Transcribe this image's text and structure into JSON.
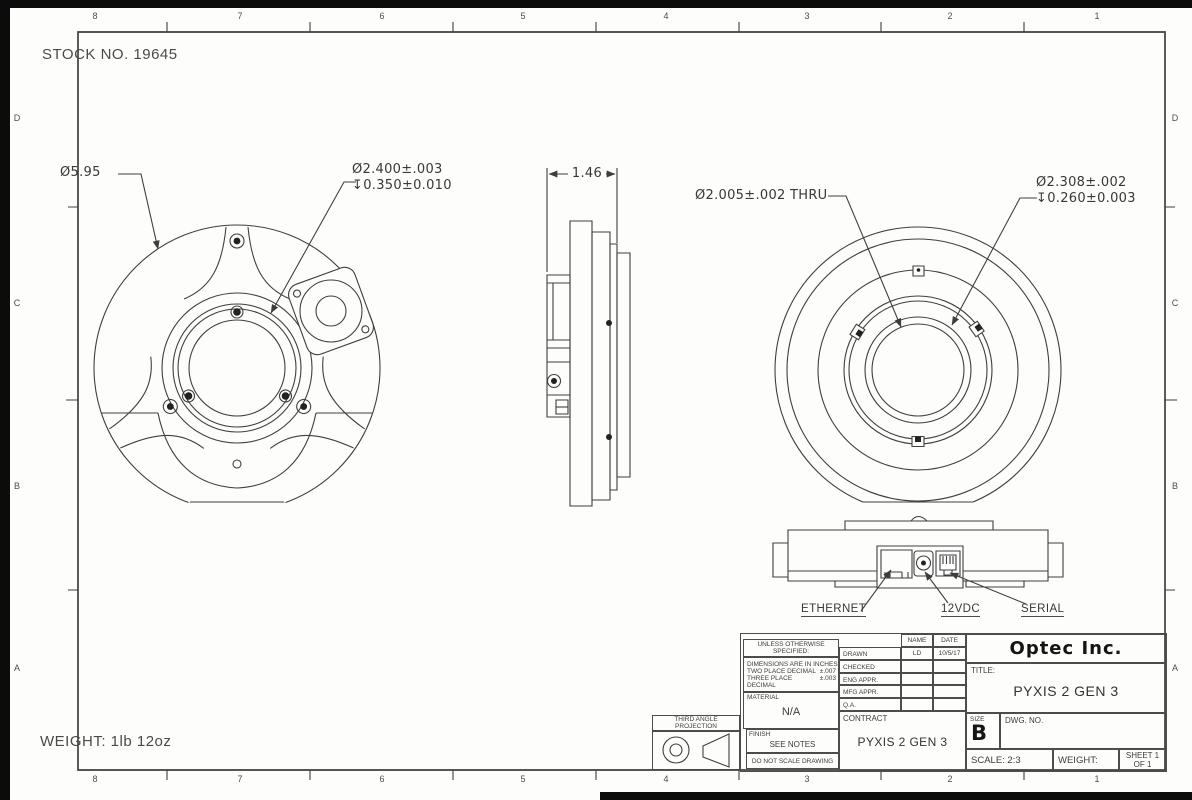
{
  "colors": {
    "ink": "#3d3d3d",
    "paper": "#fdfdfc",
    "edge": "#0c0c0c"
  },
  "drawing": {
    "stock_no": "STOCK NO. 19645",
    "weight_note": "WEIGHT: 1lb 12oz",
    "callouts": {
      "front_diameter": "Ø5.95",
      "front_counterbore": "Ø2.400±.003",
      "front_counterbore_depth": "↧0.350±0.010",
      "side_thickness": "1.46",
      "back_bore": "Ø2.005±.002 THRU",
      "back_counterbore": "Ø2.308±.002",
      "back_counterbore_depth": "↧0.260±0.003"
    },
    "connector_labels": {
      "ethernet": "ETHERNET",
      "power": "12VDC",
      "serial": "SERIAL"
    }
  },
  "border": {
    "columns": [
      "8",
      "7",
      "6",
      "5",
      "4",
      "3",
      "2",
      "1"
    ],
    "rows": [
      "D",
      "C",
      "B",
      "A"
    ]
  },
  "title_block": {
    "tolerances": {
      "header": "UNLESS OTHERWISE SPECIFIED:",
      "line1": "DIMENSIONS ARE IN INCHES",
      "line2_label": "TWO PLACE DECIMAL",
      "line2_value": "±.007",
      "line3_label": "THREE PLACE DECIMAL",
      "line3_value": "±.003"
    },
    "material_label": "MATERIAL",
    "material_value": "N/A",
    "finish_label": "FINISH",
    "finish_value": "SEE NOTES",
    "no_scale_note": "DO NOT SCALE DRAWING",
    "projection_label": "THIRD ANGLE PROJECTION",
    "approvals": {
      "name_header": "NAME",
      "date_header": "DATE",
      "rows": [
        {
          "label": "DRAWN",
          "name": "LD",
          "date": "10/5/17"
        },
        {
          "label": "CHECKED",
          "name": "",
          "date": ""
        },
        {
          "label": "ENG APPR.",
          "name": "",
          "date": ""
        },
        {
          "label": "MFG APPR.",
          "name": "",
          "date": ""
        },
        {
          "label": "Q.A.",
          "name": "",
          "date": ""
        }
      ]
    },
    "contract_label": "CONTRACT",
    "contract_value": "PYXIS 2 GEN 3",
    "company": "Optec Inc.",
    "title_label": "TITLE:",
    "title_value": "PYXIS 2 GEN 3",
    "size_label": "SIZE",
    "size_value": "B",
    "dwg_no_label": "DWG.  NO.",
    "scale_label": "SCALE: 2:3",
    "weight_label": "WEIGHT:",
    "sheet_label": "SHEET 1 OF 1"
  }
}
